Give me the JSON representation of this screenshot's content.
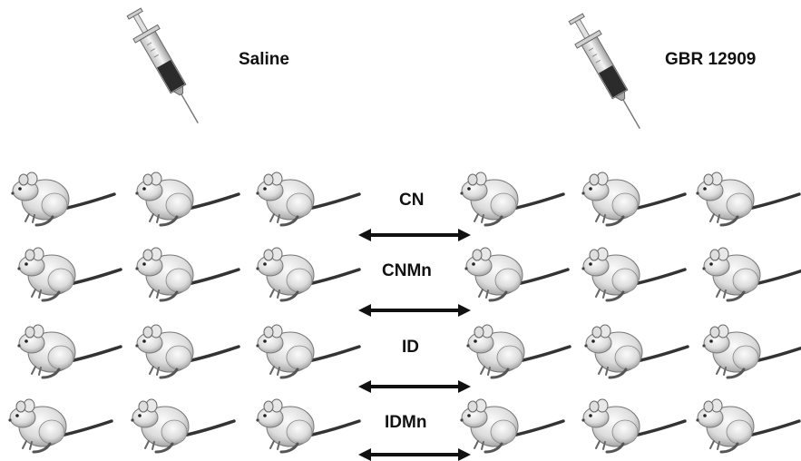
{
  "treatments": {
    "left": "Saline",
    "right": "GBR 12909"
  },
  "conditions": [
    {
      "label": "CN"
    },
    {
      "label": "CNMn"
    },
    {
      "label": "ID"
    },
    {
      "label": "IDMn"
    }
  ],
  "colors": {
    "mouse_body": "#e2e2e2",
    "outline": "#555555",
    "arrow": "#111111",
    "syringe_fluid": "#2b2b2b"
  },
  "icons": [
    "syringe-icon",
    "mouse-icon",
    "double-arrow-icon"
  ]
}
